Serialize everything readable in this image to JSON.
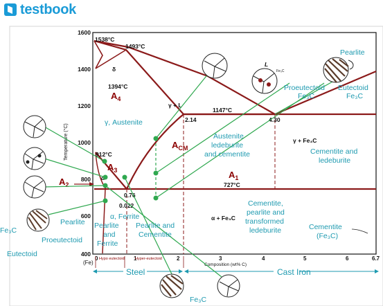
{
  "brand": {
    "name": "testbook"
  },
  "axes": {
    "y_label": "Temperature (°C)",
    "y_ticks": [
      "1600",
      "1400",
      "1200",
      "1000",
      "800",
      "600",
      "400"
    ],
    "x_label": "Composition (wt% C)",
    "x_ticks": [
      "0",
      "1",
      "2",
      "3",
      "4",
      "5",
      "6",
      "6.7"
    ],
    "x_origin": "(Fe)",
    "hypo": "Hypo eutectoid",
    "hyper": "Hyper-eutectoid"
  },
  "printed": {
    "t1538": "1538°C",
    "t1493": "1493°C",
    "t1394": "1394°C",
    "delta": "δ",
    "gamma_l": "γ + L",
    "liquid": "L",
    "t1147": "1147°C",
    "c214": "2.14",
    "c430": "4.30",
    "gamma_fe3c": "γ + Fe₃C",
    "t912": "912°C",
    "alpha_sym": "α",
    "t727": "727°C",
    "c076": "0.76",
    "c0022": "0.022",
    "alpha_fe3c": "α + Fe₃C",
    "fe3c_small": "Fe₃C"
  },
  "lines": {
    "A4": "A",
    "A3": "A",
    "Acm": "A",
    "A1": "A",
    "A2": "A",
    "A4_sub": "4",
    "A3_sub": "3",
    "Acm_sub": "CM",
    "A1_sub": "1",
    "A2_sub": "2"
  },
  "annotations": {
    "pearlite_top": "Pearlite",
    "proeutectoid_fe3c_top": "Proeutectoid",
    "proeutectoid_fe3c_top2": "Fe₃C",
    "eutectoid_fe3c_top": "Eutectoid",
    "eutectoid_fe3c_top2": "Fe₃C",
    "austenite": "γ, Austenite",
    "austenite_ledeburite": "Austenite",
    "austenite_ledeburite2": "ledeburite",
    "austenite_ledeburite3": "and cementite",
    "cementite_ledeburite": "Cementite and",
    "cementite_ledeburite2": "ledeburite",
    "ferrite": "α, Ferrite",
    "pearlite_ferrite": "Pearlite",
    "pearlite_ferrite2": "and",
    "pearlite_ferrite3": "Ferrite",
    "pearlite_cementite": "Pearlite and",
    "pearlite_cementite2": "Cementite",
    "cem_pearlite": "Cementite,",
    "cem_pearlite2": "pearlite and",
    "cem_pearlite3": "transformed",
    "cem_pearlite4": "ledeburite",
    "cementite_fe3c": "Cementite",
    "cementite_fe3c2": "(Fe₃C)",
    "fe3c_left": "Fe₃C",
    "pearlite_left": "Pearlite",
    "proeutectoid_left": "Proeutectoid",
    "eutectoid_left": "Eutectoid",
    "steel": "Steel",
    "cast_iron": "Cast Iron",
    "fe3c_bottom": "Fe₃C"
  },
  "colors": {
    "phase_line": "#8b1a1a",
    "leader": "#2fa84f",
    "label": "#1e9ab0",
    "brand": "#1a9bd7"
  }
}
